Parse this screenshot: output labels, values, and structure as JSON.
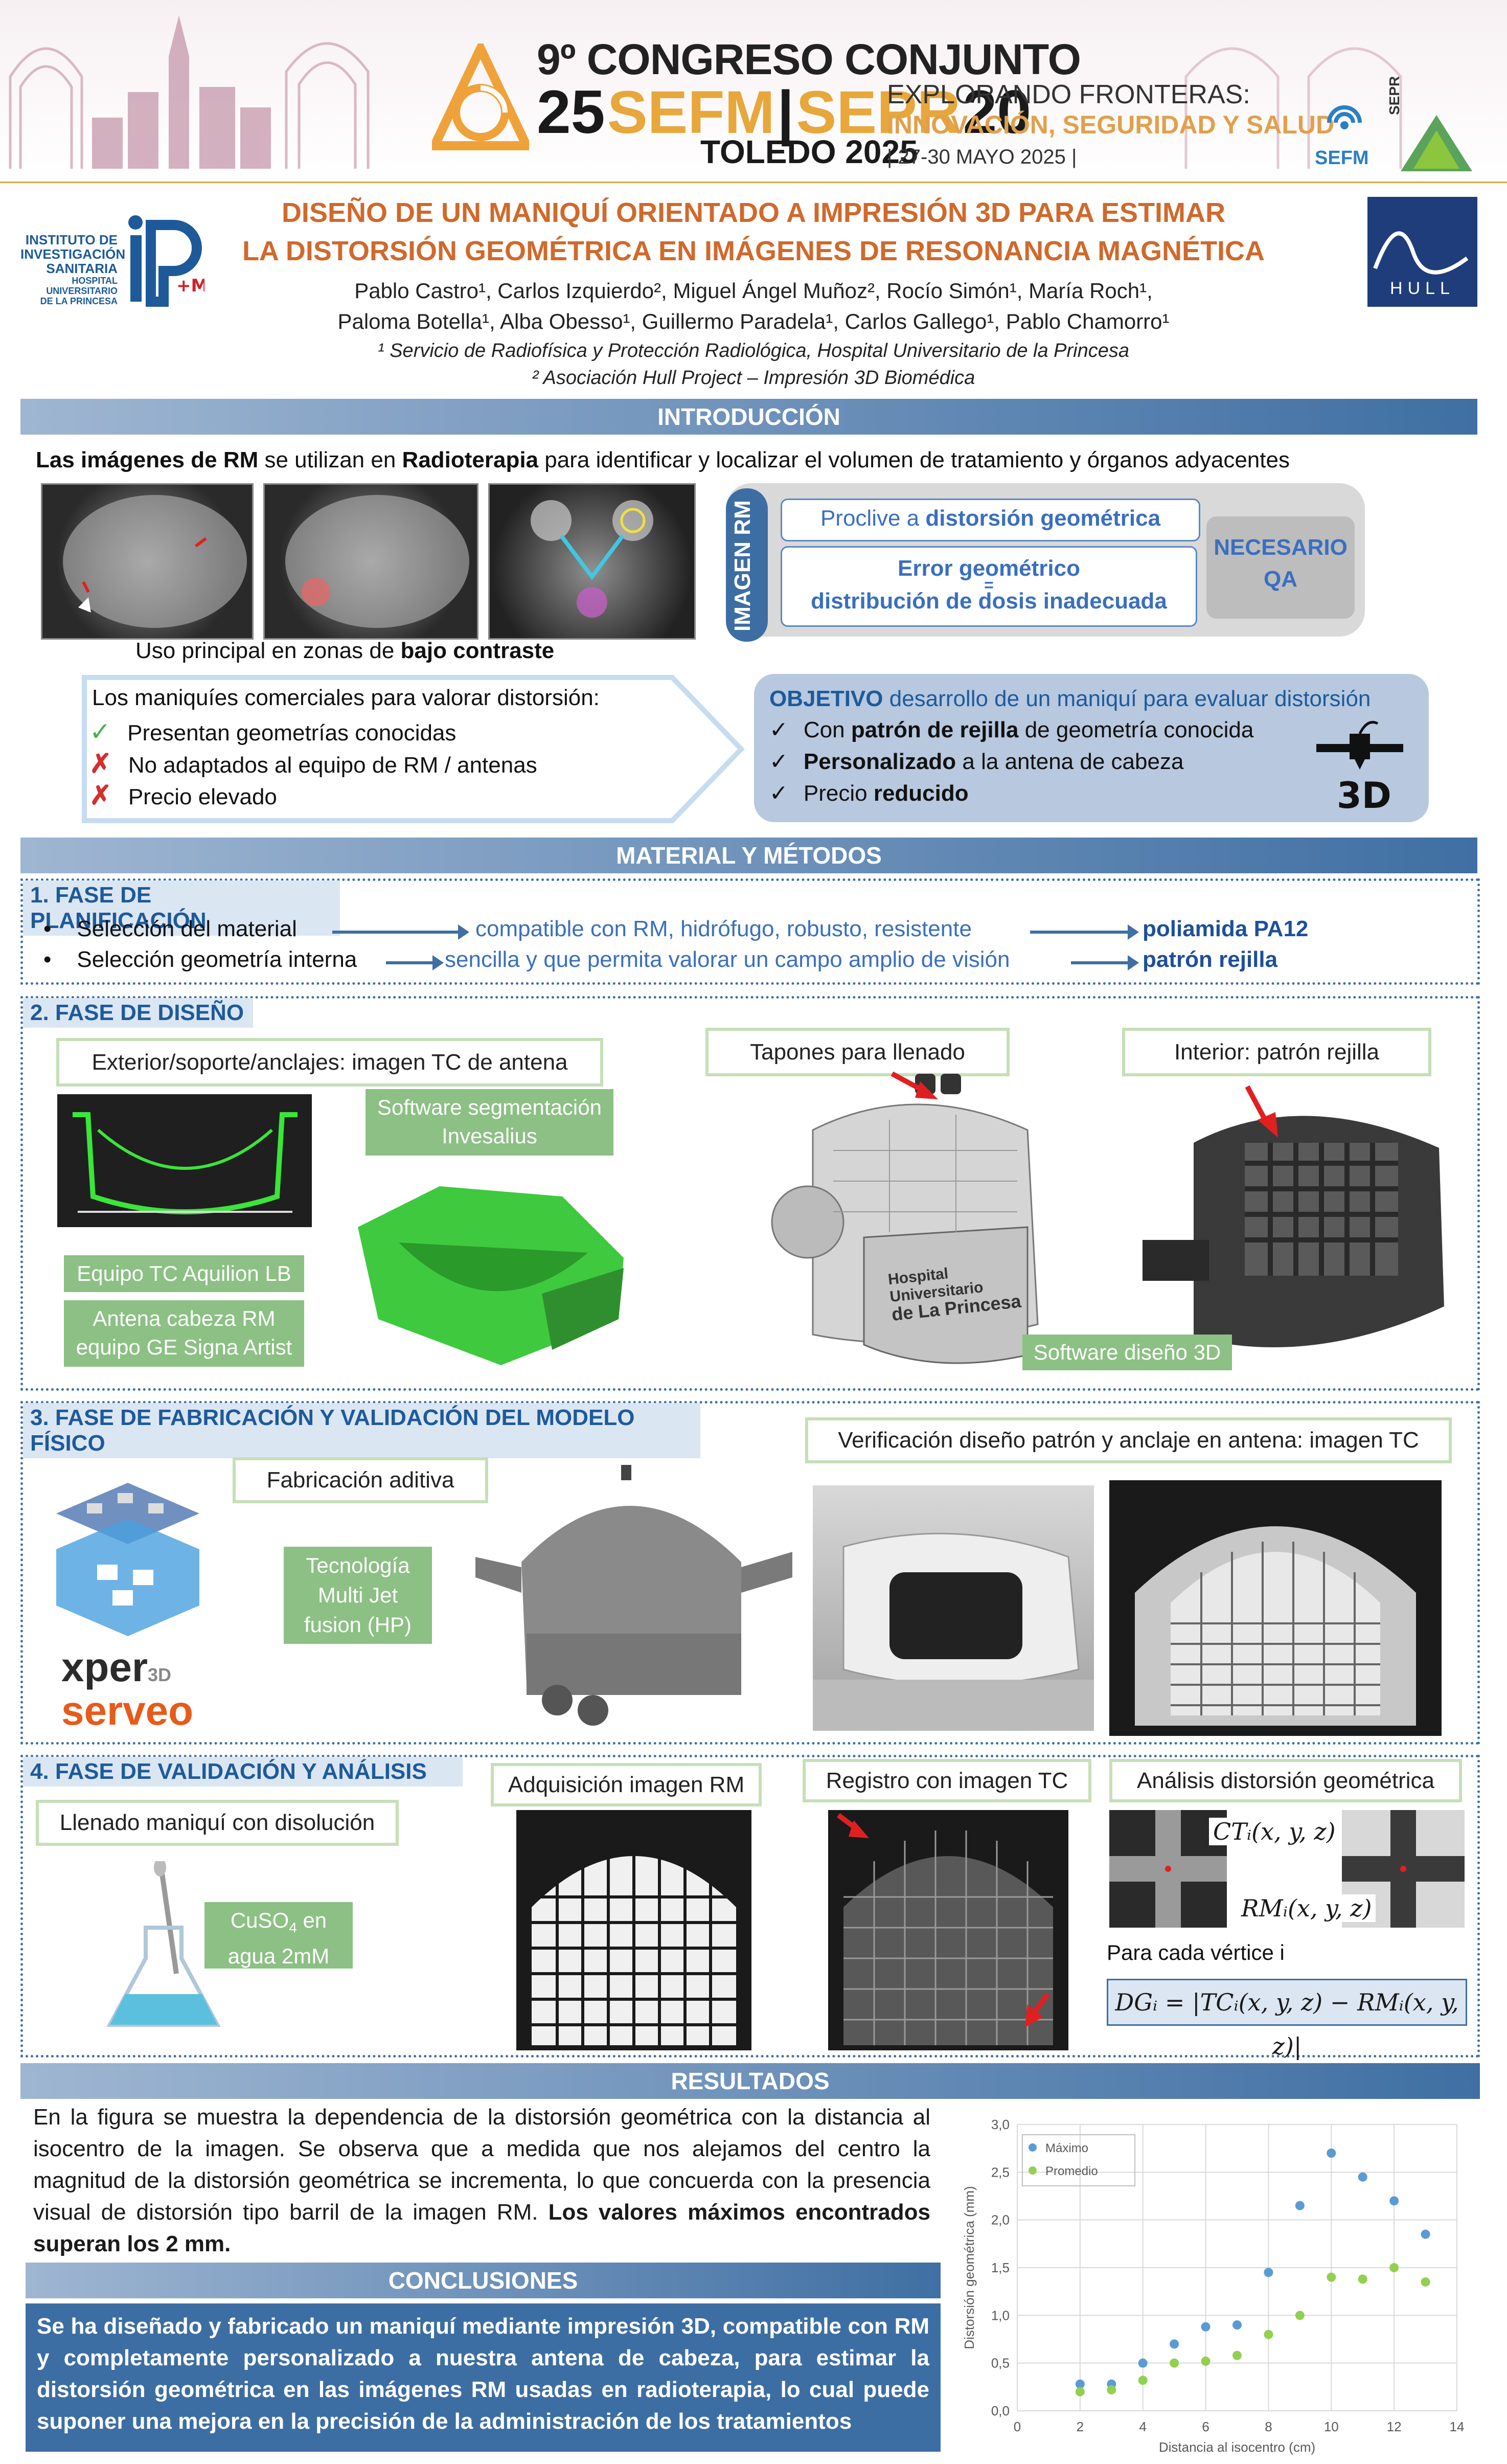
{
  "header": {
    "congress_top": "9º CONGRESO CONJUNTO",
    "congress_num1": "25",
    "congress_sefm": "SEFM",
    "congress_sepr": "SEPR",
    "congress_num2": "20",
    "congress_city": "TOLEDO 2025",
    "slogan1": "EXPLORANDO FRONTERAS:",
    "slogan2": "INNOVACIÓN, SEGURIDAD Y SALUD",
    "dates": "| 27-30 MAYO 2025 |",
    "sefm_logo": "SEFM",
    "sepr_logo": "SEPR",
    "left_logo_lines": [
      "INSTITUTO DE",
      "INVESTIGACIÓN",
      "SANITARIA",
      "HOSPITAL",
      "UNIVERSITARIO",
      "DE LA PRINCESA"
    ],
    "right_logo": "HULL"
  },
  "title_block": {
    "line1": "DISEÑO DE UN MANIQUÍ ORIENTADO A IMPRESIÓN 3D PARA ESTIMAR",
    "line2": "LA DISTORSIÓN GEOMÉTRICA EN IMÁGENES DE RESONANCIA MAGNÉTICA",
    "authors1": "Pablo Castro¹, Carlos Izquierdo², Miguel Ángel Muñoz², Rocío Simón¹, María Roch¹,",
    "authors2": "Paloma Botella¹, Alba Obesso¹, Guillermo Paradela¹, Carlos Gallego¹, Pablo Chamorro¹",
    "affil1": "¹ Servicio de Radiofísica y Protección Radiológica, Hospital Universitario de la Princesa",
    "affil2": "² Asociación Hull Project – Impresión 3D Biomédica"
  },
  "intro": {
    "heading": "INTRODUCCIÓN",
    "lead_a": "Las imágenes de ",
    "lead_b": "RM",
    "lead_c": " se utilizan en ",
    "lead_d": "Radioterapia",
    "lead_e": " para identificar y localizar el volumen de tratamiento y órganos adyacentes",
    "caption_a": "Uso principal en zonas de ",
    "caption_b": "bajo contraste",
    "imagen_rm": "IMAGEN RM",
    "proclive_a": "Proclive a ",
    "proclive_b": "distorsión geométrica",
    "error1": "Error geométrico",
    "error2": "=",
    "error3": "distribución de dosis inadecuada",
    "necesario1": "NECESARIO",
    "necesario2": "QA",
    "comerciales_title": "Los maniquíes comerciales para valorar distorsión:",
    "comerciales": [
      "Presentan geometrías conocidas",
      "No adaptados al equipo de RM / antenas",
      "Precio elevado"
    ],
    "objetivo_a": "OBJETIVO",
    "objetivo_b": " desarrollo de un maniquí para evaluar distorsión",
    "obj1_a": "Con ",
    "obj1_b": "patrón de rejilla",
    "obj1_c": " de geometría conocida",
    "obj2_a": "Personalizado",
    "obj2_b": " a la antena de cabeza",
    "obj3_a": "Precio ",
    "obj3_b": "reducido",
    "icon_3d": "3D"
  },
  "methods": {
    "heading": "MATERIAL Y MÉTODOS",
    "phase1": {
      "title": "1. FASE DE PLANIFICACIÓN",
      "row1_left": "Selección del material",
      "row1_mid": "compatible con RM, hidrófugo, robusto, resistente",
      "row1_right": "poliamida PA12",
      "row2_left": "Selección geometría interna",
      "row2_mid": "sencilla y que permita valorar un campo amplio de visión",
      "row2_right": "patrón rejilla"
    },
    "phase2": {
      "title": "2. FASE DE DISEÑO",
      "exterior": "Exterior/soporte/anclajes: imagen TC de antena",
      "tapones": "Tapones para llenado",
      "interior": "Interior: patrón rejilla",
      "software_seg1": "Software segmentación",
      "software_seg2": "Invesalius",
      "equipo_tc": "Equipo TC Aquilion LB",
      "antena1": "Antena cabeza RM",
      "antena2": "equipo GE Signa Artist",
      "software_3d": "Software diseño 3D",
      "label_hospital1": "Hospital Universitario",
      "label_hospital2": "de La Princesa"
    },
    "phase3": {
      "title": "3. FASE DE FABRICACIÓN Y VALIDACIÓN DEL MODELO FÍSICO",
      "fabricacion": "Fabricación aditiva",
      "tecnologia1": "Tecnología",
      "tecnologia2": "Multi Jet",
      "tecnologia3": "fusion (HP)",
      "verificacion": "Verificación diseño patrón y anclaje en antena: imagen TC",
      "xper": "xper",
      "xper3d": "3D",
      "serveo": "serveo"
    },
    "phase4": {
      "title": "4. FASE DE VALIDACIÓN Y ANÁLISIS",
      "llenado": "Llenado maniquí con disolución",
      "cuso4_1": "CuSO",
      "cuso4_sub": "4",
      "cuso4_2": " en",
      "cuso4_3": "agua 2mM",
      "adquisicion": "Adquisición imagen RM",
      "registro": "Registro con imagen TC",
      "analisis": "Análisis distorsión geométrica",
      "ct_label": "CTᵢ(x, y, z)",
      "rm_label": "RMᵢ(x, y, z)",
      "vertice": "Para cada vértice i",
      "formula": "DGᵢ = |TCᵢ(x, y, z) − RMᵢ(x, y, z)|"
    }
  },
  "results": {
    "heading": "RESULTADOS",
    "paragraph": "En la figura se muestra la dependencia de la distorsión geométrica con la distancia al isocentro de la imagen. Se observa que a medida que nos alejamos del centro la magnitud de la distorsión geométrica se incrementa, lo que concuerda con la presencia visual de distorsión tipo barril de la imagen RM.",
    "paragraph_bold": "Los valores máximos encontrados superan los 2 mm."
  },
  "conclusions": {
    "heading": "CONCLUSIONES",
    "text": "Se ha diseñado y fabricado un maniquí mediante impresión 3D, compatible con RM y completamente personalizado a nuestra antena de cabeza, para estimar la distorsión geométrica en las imágenes RM usadas en radioterapia, lo cual puede suponer una mejora en la precisión de la administración de los tratamientos"
  },
  "chart_data": {
    "type": "scatter",
    "xlabel": "Distancia al isocentro (cm)",
    "ylabel": "Distorsión geométrica (mm)",
    "xlim": [
      0,
      14
    ],
    "ylim": [
      0,
      3
    ],
    "xticks": [
      "0",
      "2",
      "4",
      "6",
      "8",
      "10",
      "12",
      "14"
    ],
    "yticks": [
      "0,0",
      "0,5",
      "1,0",
      "1,5",
      "2,0",
      "2,5",
      "3,0"
    ],
    "grid": true,
    "legend": "top-left",
    "series": [
      {
        "name": "Máximo",
        "color": "#5b9bd5",
        "points": [
          [
            2,
            0.28
          ],
          [
            3,
            0.28
          ],
          [
            4,
            0.5
          ],
          [
            5,
            0.7
          ],
          [
            6,
            0.88
          ],
          [
            7,
            0.9
          ],
          [
            8,
            1.45
          ],
          [
            9,
            2.15
          ],
          [
            10,
            2.7
          ],
          [
            11,
            2.45
          ],
          [
            12,
            2.2
          ],
          [
            13,
            1.85
          ]
        ]
      },
      {
        "name": "Promedio",
        "color": "#92d050",
        "points": [
          [
            2,
            0.2
          ],
          [
            3,
            0.22
          ],
          [
            4,
            0.32
          ],
          [
            5,
            0.5
          ],
          [
            6,
            0.52
          ],
          [
            7,
            0.58
          ],
          [
            8,
            0.8
          ],
          [
            9,
            1.0
          ],
          [
            10,
            1.4
          ],
          [
            11,
            1.38
          ],
          [
            12,
            1.5
          ],
          [
            13,
            1.35
          ]
        ]
      }
    ]
  }
}
